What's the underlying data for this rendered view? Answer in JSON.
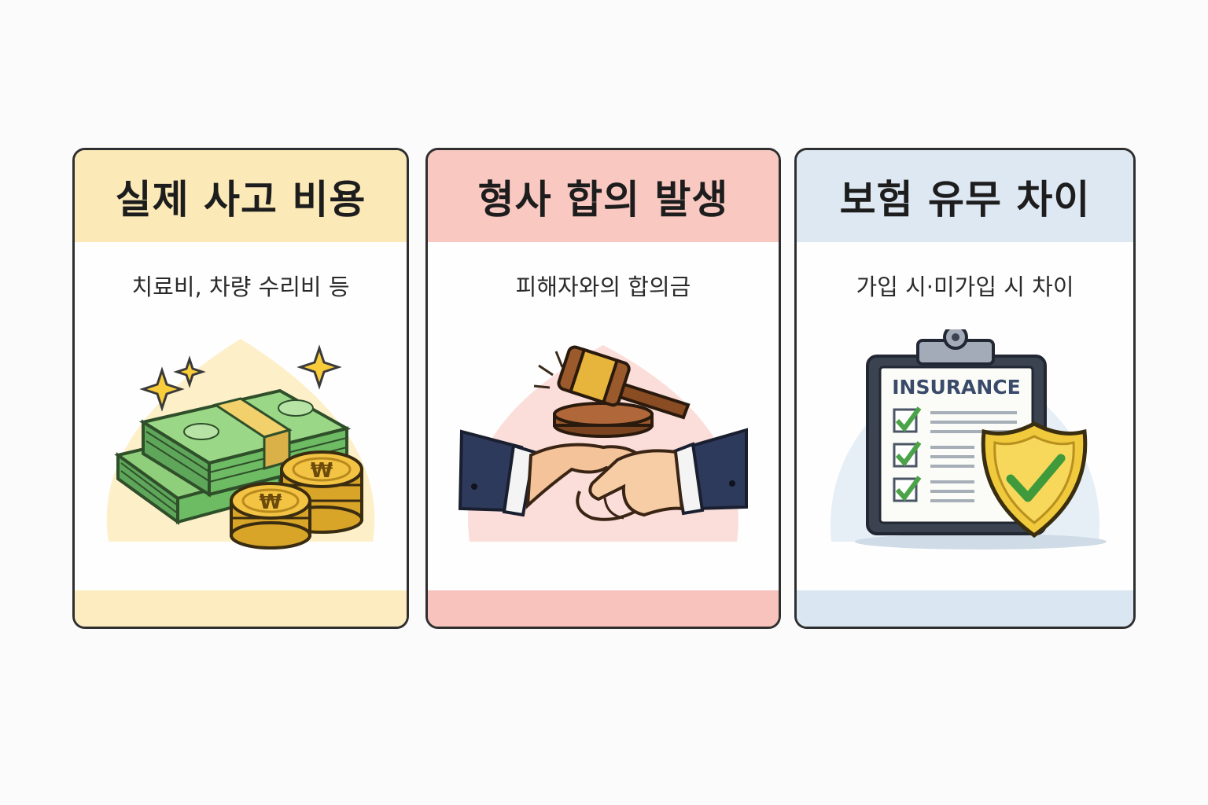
{
  "cards": [
    {
      "title": "실제 사고 비용",
      "subtitle": "치료비, 차량 수리비 등",
      "icon": "money-stack-icon",
      "header_color": "#fbe9b7",
      "footer_color": "#fcecbf",
      "art_bg": "#fdf0c9"
    },
    {
      "title": "형사 합의 발생",
      "subtitle": "피해자와의 합의금",
      "icon": "gavel-handshake-icon",
      "header_color": "#f8c8c1",
      "footer_color": "#f7c3bc",
      "art_bg": "#fbdeda"
    },
    {
      "title": "보험 유무 차이",
      "subtitle": "가입 시·미가입 시 차이",
      "icon": "insurance-clipboard-icon",
      "header_color": "#dde8f2",
      "footer_color": "#dae6f1",
      "art_bg": "#e6eef6"
    }
  ],
  "clipboard_label": "INSURANCE",
  "coin_symbol": "₩"
}
